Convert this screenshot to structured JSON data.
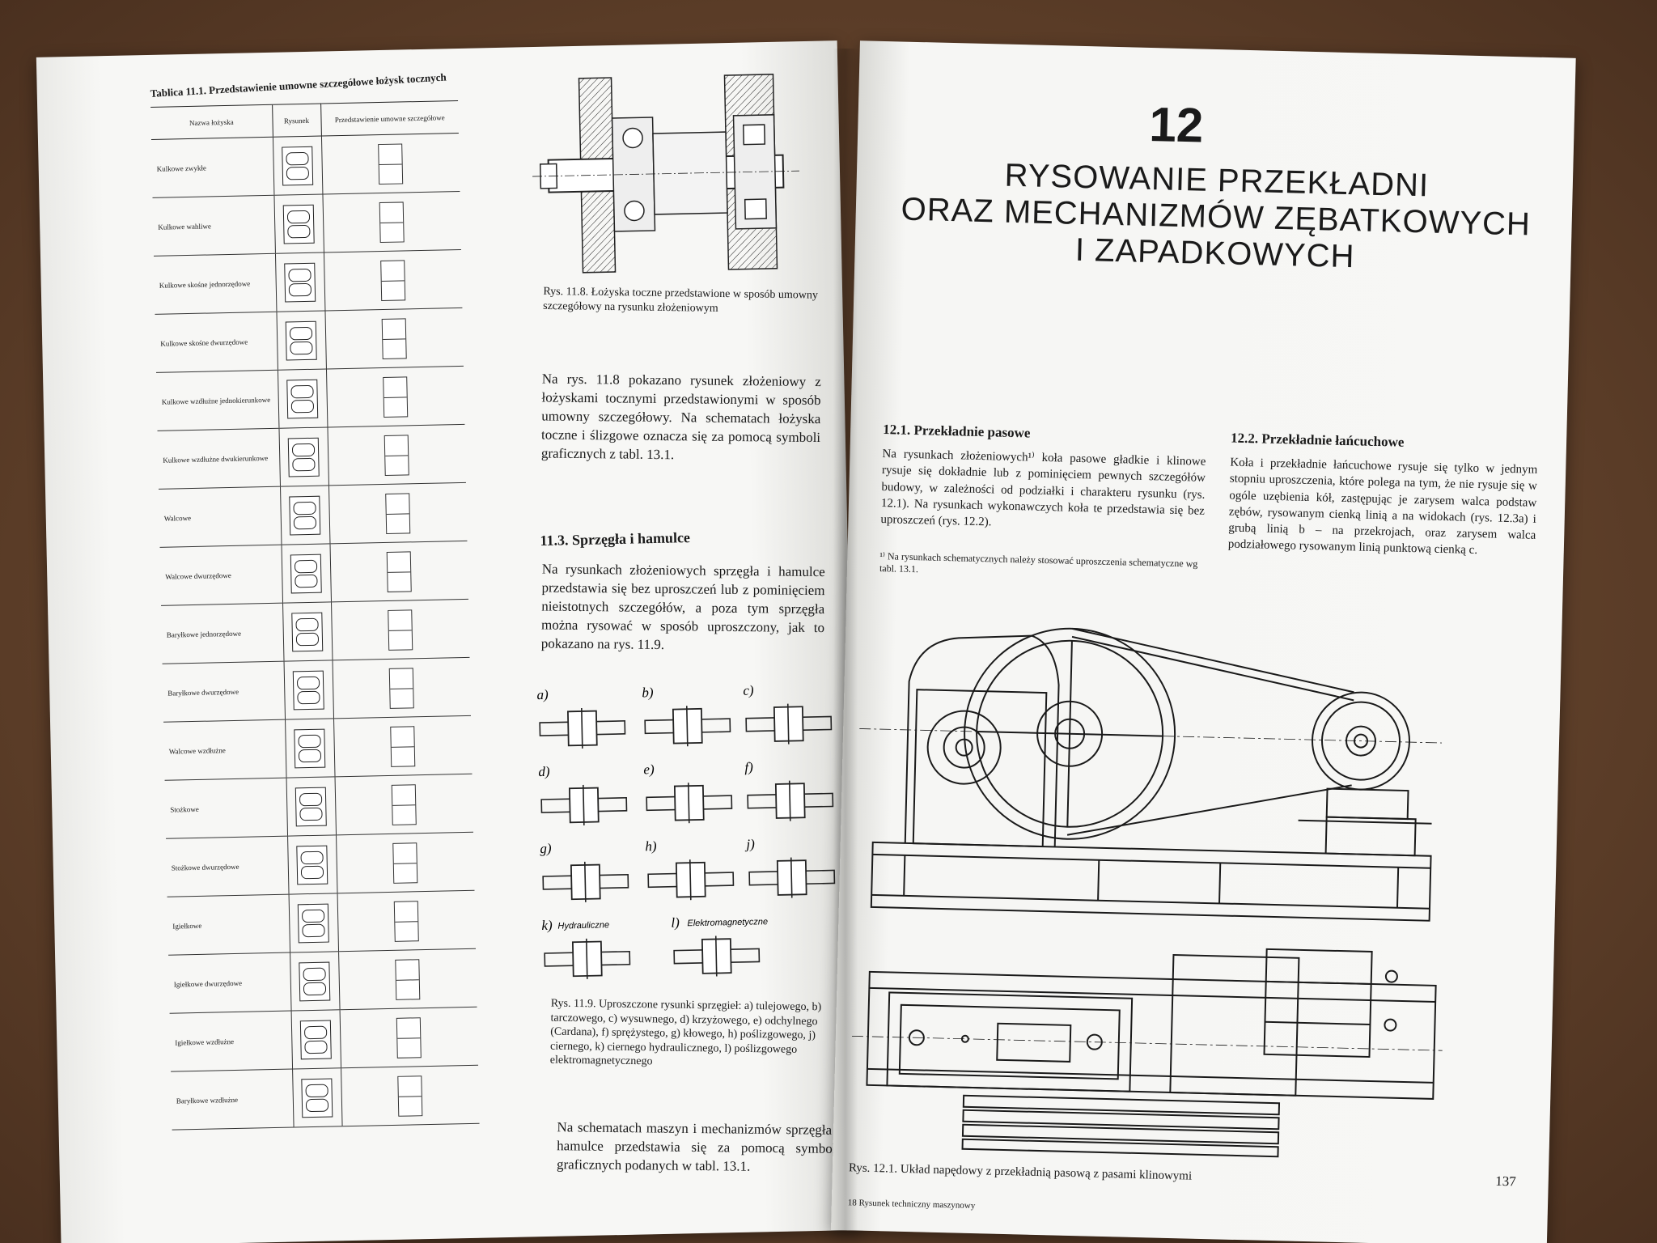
{
  "left_page": {
    "table": {
      "title": "Tablica 11.1. Przedstawienie umowne szczegółowe łożysk tocznych",
      "headers": [
        "Nazwa łożyska",
        "Rysunek",
        "Przedstawienie umowne szczegółowe"
      ],
      "rows": [
        "Kulkowe zwykłe",
        "Kulkowe wahliwe",
        "Kulkowe skośne jednorzędowe",
        "Kulkowe skośne dwurzędowe",
        "Kulkowe wzdłużne jednokierunkowe",
        "Kulkowe wzdłużne dwukierunkowe",
        "Walcowe",
        "Walcowe dwurzędowe",
        "Baryłkowe jednorzędowe",
        "Baryłkowe dwurzędowe",
        "Walcowe wzdłużne",
        "Stożkowe",
        "Stożkowe dwurzędowe",
        "Igiełkowe",
        "Igiełkowe dwurzędowe",
        "Igiełkowe wzdłużne",
        "Baryłkowe wzdłużne"
      ]
    },
    "fig_11_8_caption": "Rys. 11.8. Łożyska toczne przedstawione w sposób umowny szczegółowy na rysunku złożeniowym",
    "para_11_8": "Na rys. 11.8 pokazano rysunek złożeniowy z łożyskami tocznymi przedstawionymi w sposób umowny szczegółowy. Na schematach łożyska toczne i ślizgowe oznacza się za pomocą symboli graficznych z tabl. 13.1.",
    "heading_11_3": "11.3. Sprzęgła i hamulce",
    "para_11_3": "Na rysunkach złożeniowych sprzęgła i hamulce przedstawia się bez uproszczeń lub z pominięciem nieistotnych szczegółów, a poza tym sprzęgła można rysować w sposób uproszczony, jak to pokazano na rys. 11.9.",
    "coupling_labels": [
      "a)",
      "b)",
      "c)",
      "d)",
      "e)",
      "f)",
      "g)",
      "h)",
      "j)",
      "k)",
      "l)"
    ],
    "coupling_tags": {
      "k": "Hydrauliczne",
      "l": "Elektromagnetyczne"
    },
    "fig_11_9_caption": "Rys. 11.9. Uproszczone rysunki sprzęgieł: a) tulejowego, b) tarczowego, c) wysuwnego, d) krzyżowego, e) odchylnego (Cardana), f) sprężystego, g) kłowego, h) poślizgowego, j) ciernego, k) ciernego hydraulicznego, l) poślizgowego elektromagnetycznego",
    "para_last": "Na schematach maszyn i mechanizmów sprzęgła i hamulce przedstawia się za pomocą symboli graficznych podanych w tabl. 13.1."
  },
  "right_page": {
    "chapter_number": "12",
    "chapter_title_lines": [
      "RYSOWANIE PRZEKŁADNI",
      "ORAZ MECHANIZMÓW ZĘBATKOWYCH",
      "I ZAPADKOWYCH"
    ],
    "sec_12_1": {
      "heading": "12.1. Przekładnie pasowe",
      "text": "Na rysunkach złożeniowych¹⁾ koła pasowe gładkie i klinowe rysuje się dokładnie lub z pominięciem pewnych szczegółów budowy, w zależności od podziałki i charakteru rysunku (rys. 12.1). Na rysunkach wykonawczych koła te przedstawia się bez uproszczeń (rys. 12.2).",
      "footnote": "¹⁾ Na rysunkach schematycznych należy stosować uproszczenia schematyczne wg tabl. 13.1."
    },
    "sec_12_2": {
      "heading": "12.2. Przekładnie łańcuchowe",
      "text": "Koła i przekładnie łańcuchowe rysuje się tylko w jednym stopniu uproszczenia, które polega na tym, że nie rysuje się w ogóle uzębienia kół, zastępując je zarysem walca podstaw zębów, rysowanym cienką linią a na widokach (rys. 12.3a) i grubą linią b – na przekrojach, oraz zarysem walca podziałowego rysowanym linią punktową cienką c."
    },
    "fig_12_1_caption": "Rys. 12.1. Układ napędowy z przekładnią pasową z pasami klinowymi",
    "page_number": "137",
    "footer_note": "18 Rysunek techniczny maszynowy"
  }
}
